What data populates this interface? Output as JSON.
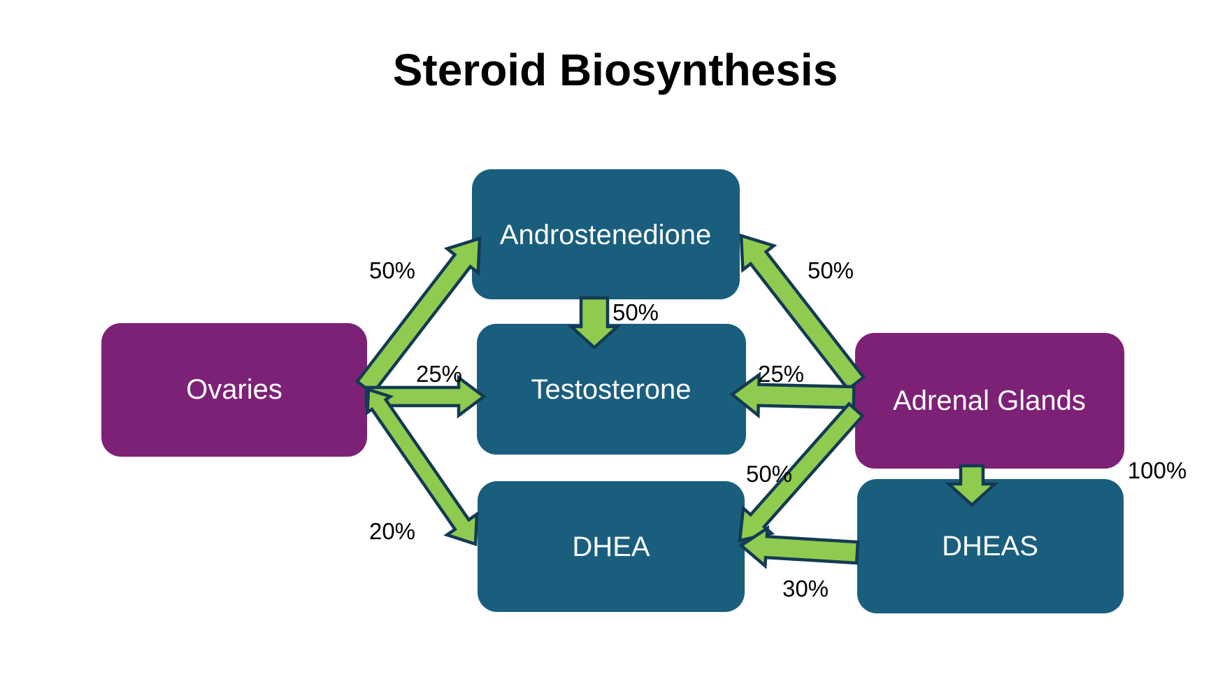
{
  "title": "Steroid Biosynthesis",
  "colors": {
    "purple": "#7D2177",
    "teal": "#1A5E7E",
    "green": "#8FCB4F",
    "outline": "#133A54",
    "box_text": "#FFFFFF",
    "label_text": "#000000",
    "background": "#FFFFFF"
  },
  "nodes": [
    {
      "id": "ovaries",
      "label": "Ovaries",
      "type": "organ"
    },
    {
      "id": "androstenedione",
      "label": "Androstenedione",
      "type": "hormone"
    },
    {
      "id": "testosterone",
      "label": "Testosterone",
      "type": "hormone"
    },
    {
      "id": "dhea",
      "label": "DHEA",
      "type": "hormone"
    },
    {
      "id": "adrenal_glands",
      "label": "Adrenal Glands",
      "type": "organ"
    },
    {
      "id": "dheas",
      "label": "DHEAS",
      "type": "hormone"
    }
  ],
  "edges": [
    {
      "from": "ovaries",
      "to": "androstenedione",
      "label": "50%",
      "direction": "forward"
    },
    {
      "from": "ovaries",
      "to": "testosterone",
      "label": "25%",
      "direction": "forward"
    },
    {
      "from": "ovaries",
      "to": "dhea",
      "label": "20%",
      "direction": "both"
    },
    {
      "from": "androstenedione",
      "to": "testosterone",
      "label": "50%",
      "direction": "forward"
    },
    {
      "from": "adrenal_glands",
      "to": "androstenedione",
      "label": "50%",
      "direction": "forward"
    },
    {
      "from": "adrenal_glands",
      "to": "testosterone",
      "label": "25%",
      "direction": "forward"
    },
    {
      "from": "adrenal_glands",
      "to": "dhea",
      "label": "50%",
      "direction": "forward"
    },
    {
      "from": "adrenal_glands",
      "to": "dheas",
      "label": "100%",
      "direction": "forward"
    },
    {
      "from": "dheas",
      "to": "dhea",
      "label": "30%",
      "direction": "forward"
    }
  ]
}
